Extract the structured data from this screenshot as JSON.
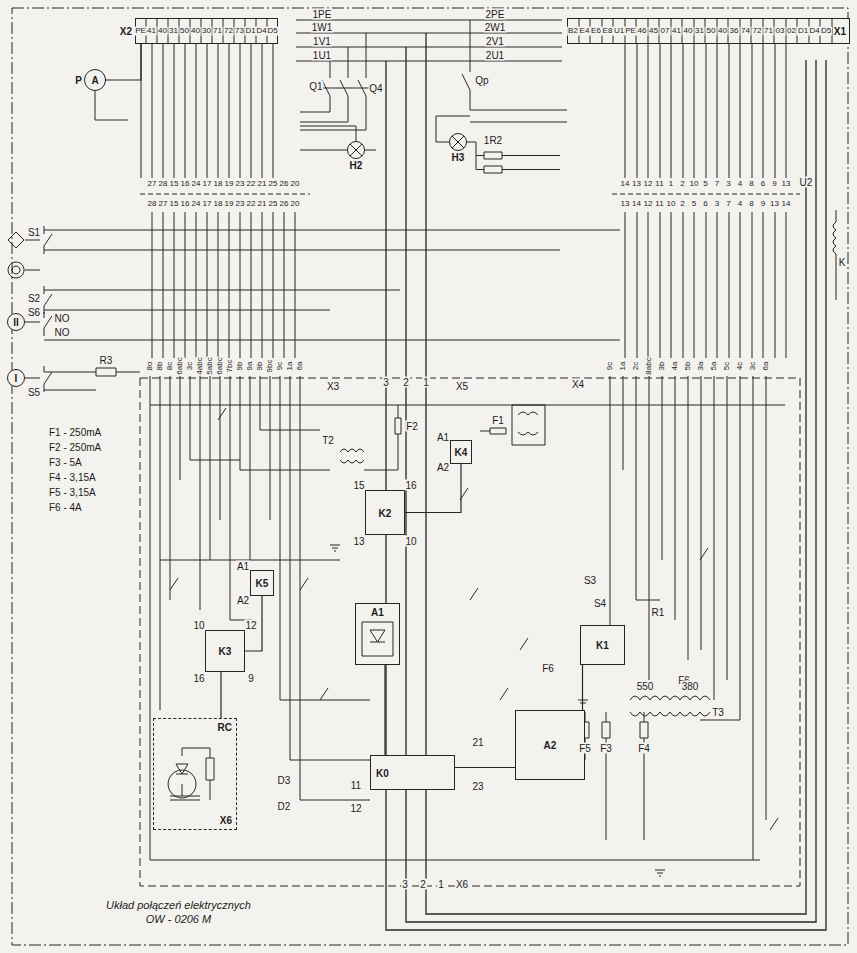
{
  "diagram": {
    "caption": "Układ połączeń elektrycznych OW - 0206 M",
    "nodes": [
      {
        "text": [
          "X2"
        ]
      },
      {
        "text": [
          "X1"
        ]
      },
      {
        "text": [
          "P",
          "A"
        ]
      },
      {
        "text": [
          "H2"
        ]
      },
      {
        "text": [
          "H3"
        ]
      },
      {
        "text": [
          "K2"
        ]
      },
      {
        "text": [
          "K5"
        ]
      },
      {
        "text": [
          "K3"
        ]
      },
      {
        "text": [
          "A1"
        ]
      },
      {
        "text": [
          "K1"
        ]
      },
      {
        "text": [
          "K4"
        ]
      },
      {
        "text": [
          "K0"
        ]
      },
      {
        "text": [
          "A2"
        ]
      },
      {
        "text": [
          "RC",
          "X6"
        ]
      },
      {
        "text": [
          "II"
        ]
      },
      {
        "text": [
          "I"
        ]
      }
    ],
    "edges": [
      {
        "from": 0,
        "to": 2,
        "arrow": "none"
      },
      {
        "from": 8,
        "to": 11,
        "arrow": "none"
      },
      {
        "from": 12,
        "to": 11,
        "arrow": "none"
      },
      {
        "from": 7,
        "to": 13,
        "arrow": "none"
      },
      {
        "from": 6,
        "to": 7,
        "arrow": "none"
      },
      {
        "from": 9,
        "to": 12,
        "arrow": "none"
      },
      {
        "from": 10,
        "to": 5,
        "arrow": "none"
      }
    ],
    "labels": [
      "PE",
      "41",
      "40",
      "31",
      "50",
      "40",
      "30",
      "71",
      "72",
      "73",
      "D1",
      "D4",
      "D5",
      "B2",
      "E4",
      "E6",
      "E8",
      "U1",
      "PE",
      "46",
      "45",
      "07",
      "41",
      "40",
      "31",
      "50",
      "40",
      "36",
      "74",
      "72",
      "71",
      "03",
      "02",
      "D1",
      "D4",
      "D5",
      "27",
      "28",
      "15",
      "16",
      "24",
      "17",
      "18",
      "19",
      "23",
      "22",
      "21",
      "25",
      "26",
      "20",
      "28",
      "27",
      "15",
      "16",
      "24",
      "17",
      "18",
      "19",
      "23",
      "22",
      "21",
      "25",
      "26",
      "20",
      "14",
      "13",
      "12",
      "11",
      "1",
      "2",
      "10",
      "5",
      "7",
      "3",
      "4",
      "8",
      "6",
      "9",
      "13",
      "13",
      "14",
      "12",
      "11",
      "10",
      "2",
      "5",
      "6",
      "3",
      "7",
      "4",
      "8",
      "9",
      "13",
      "14",
      "8o",
      "8b",
      "8c",
      "6abc",
      "3c",
      "4abc",
      "5abc",
      "6abc",
      "7bc",
      "9b",
      "9a",
      "9b",
      "9bc",
      "9c",
      "1a",
      "6a",
      "9c",
      "1a",
      "2c",
      "8abc",
      "3b",
      "4a",
      "5b",
      "3a",
      "5a",
      "5c",
      "4c",
      "3c",
      "6a",
      "1PE",
      "1W1",
      "1V1",
      "1U1",
      "2PE",
      "2W1",
      "2V1",
      "2U1",
      "Q1",
      "Q4",
      "Qp",
      "1R2",
      "U2",
      "K",
      "S1",
      "S2",
      "S6",
      "S5",
      "NO",
      "NO",
      "R3",
      "F1 - 250mA",
      "F2 - 250mA",
      "F3 - 5A",
      "F4 - 3,15A",
      "F5 - 3,15A",
      "F6 - 4A",
      "X3",
      "X5",
      "X4",
      "3",
      "2",
      "1",
      "T2",
      "F2",
      "F1",
      "S3",
      "S4",
      "R1",
      "F6",
      "F6",
      "T3",
      "550",
      "380",
      "F5",
      "F3",
      "F4",
      "D3",
      "D2",
      "11",
      "12",
      "21",
      "23",
      "10",
      "12",
      "16",
      "9",
      "15",
      "16",
      "13",
      "10",
      "A1",
      "A2",
      "A1",
      "A2",
      "3",
      "2",
      "1",
      "X6"
    ]
  }
}
